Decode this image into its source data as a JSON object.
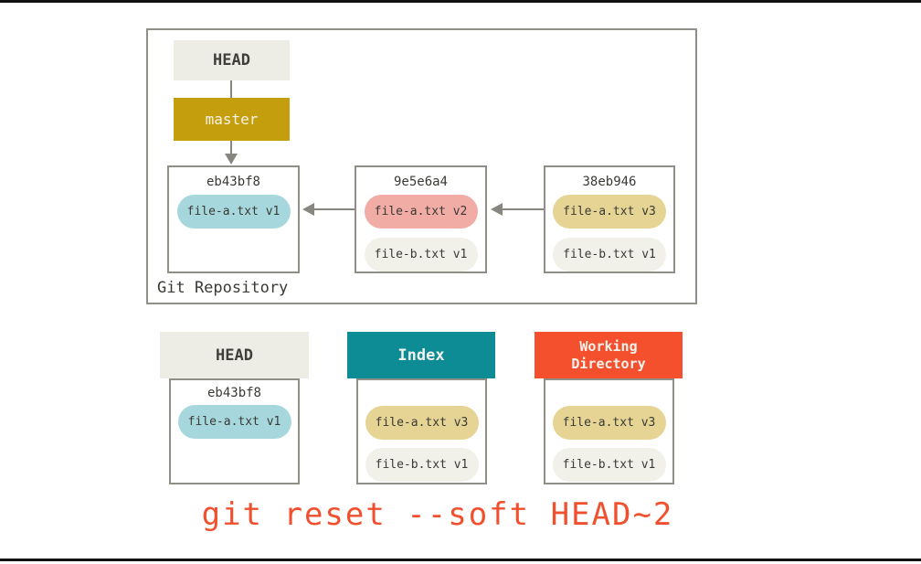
{
  "repository": {
    "label": "Git Repository",
    "head_label": "HEAD",
    "branch_label": "master",
    "commits": [
      {
        "hash": "eb43bf8",
        "files": [
          "file-a.txt v1"
        ]
      },
      {
        "hash": "9e5e6a4",
        "files": [
          "file-a.txt v2",
          "file-b.txt v1"
        ]
      },
      {
        "hash": "38eb946",
        "files": [
          "file-a.txt v3",
          "file-b.txt v1"
        ]
      }
    ]
  },
  "areas": {
    "head": {
      "title": "HEAD",
      "hash": "eb43bf8",
      "files": [
        "file-a.txt v1"
      ]
    },
    "index": {
      "title": "Index",
      "files": [
        "file-a.txt v3",
        "file-b.txt v1"
      ]
    },
    "working_directory": {
      "title": "Working\nDirectory",
      "files": [
        "file-a.txt v3",
        "file-b.txt v1"
      ]
    }
  },
  "caption": "git reset --soft HEAD~2",
  "colors": {
    "branch_gold": "#c49e0d",
    "index_teal": "#0e8c96",
    "workdir_orange": "#f4502e",
    "caption_orange": "#f1502f",
    "pill_blue": "#a6d7dd",
    "pill_pink": "#f2aca6",
    "pill_yellow": "#e6d494",
    "pill_gray": "#f1f1e9",
    "box_light": "#edede5",
    "border_gray": "#8f8f87"
  }
}
